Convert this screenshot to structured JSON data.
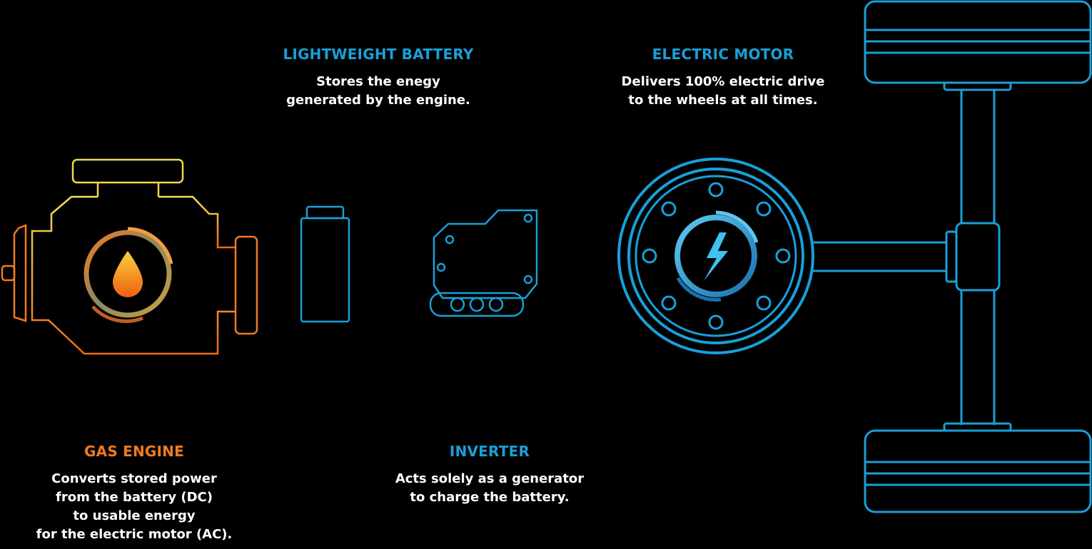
{
  "components": {
    "battery": {
      "title": "LIGHTWEIGHT BATTERY",
      "lines": [
        "Stores the enegy",
        "generated by the engine."
      ]
    },
    "motor": {
      "title": "ELECTRIC MOTOR",
      "lines": [
        "Delivers 100% electric drive",
        "to the wheels at all times."
      ]
    },
    "engine": {
      "title": "GAS ENGINE",
      "lines": [
        "Converts stored power",
        "from the battery (DC)",
        "to usable energy",
        "for the electric motor (AC)."
      ]
    },
    "inverter": {
      "title": "INVERTER",
      "lines": [
        "Acts solely as a generator",
        "to charge the battery."
      ]
    }
  },
  "icons": {
    "engine": "engine-icon",
    "fuel": "fuel-drop-icon",
    "battery": "battery-icon",
    "inverter": "inverter-icon",
    "motor": "electric-motor-icon",
    "bolt": "lightning-bolt-icon",
    "axle": "axle-wheels-icon"
  },
  "colors": {
    "background": "#000000",
    "blue": "#1a9fd8",
    "orange": "#f07a20",
    "yellow": "#f0d050",
    "white": "#ffffff"
  }
}
